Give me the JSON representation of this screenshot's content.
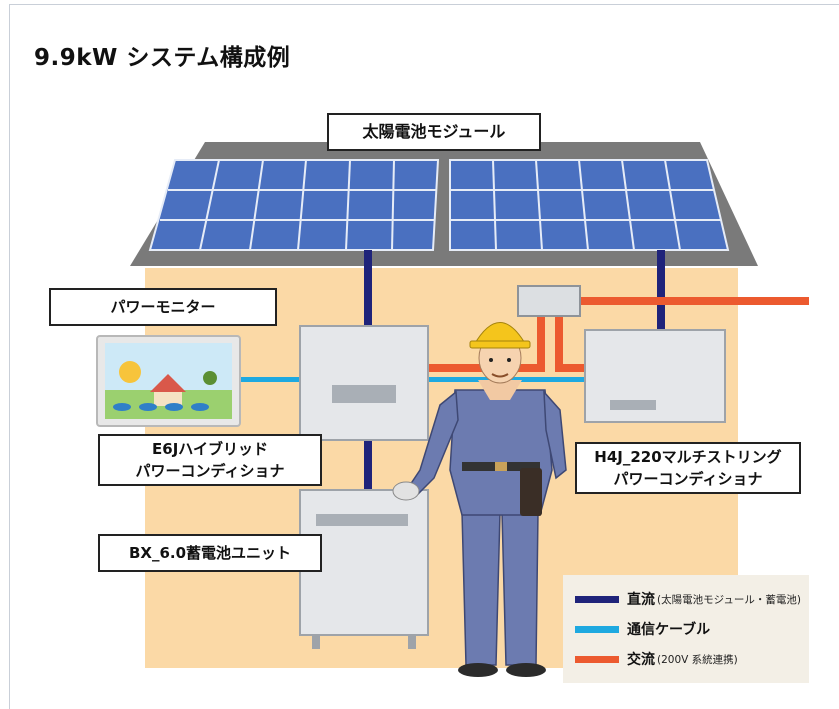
{
  "title": "9.9kW システム構成例",
  "labels": {
    "solar_module": "太陽電池モジュール",
    "power_monitor": "パワーモニター",
    "hybrid_pcs_line1": "E6Jハイブリッド",
    "hybrid_pcs_line2": "パワーコンディショナ",
    "battery_unit": "BX_6.0蓄電池ユニット",
    "multi_pcs_line1": "H4J_220マルチストリング",
    "multi_pcs_line2": "パワーコンディショナ"
  },
  "legend": [
    {
      "main": "直流",
      "sub": "(太陽電池モジュール・蓄電池)",
      "color": "#1f237a"
    },
    {
      "main": "通信ケーブル",
      "sub": "",
      "color": "#1ea9e0"
    },
    {
      "main": "交流",
      "sub": "(200V 系統連携)",
      "color": "#ec5a2f"
    }
  ],
  "colors": {
    "dc": "#1f237a",
    "comm": "#1ea9e0",
    "ac": "#ec5a2f",
    "wall": "#fbd9a6",
    "roof": "#777777",
    "panel": "#3f63b3"
  }
}
